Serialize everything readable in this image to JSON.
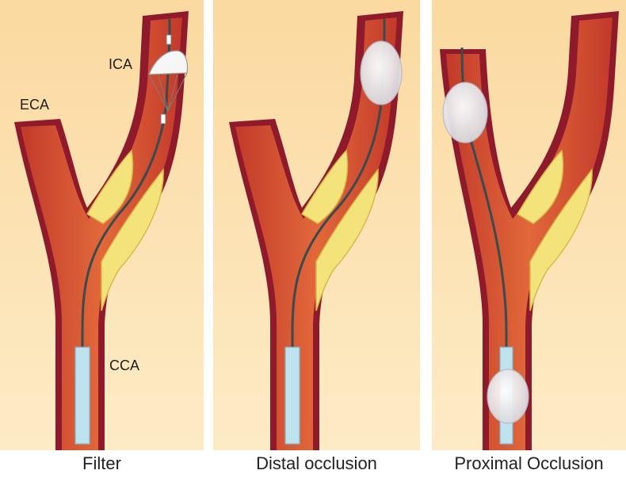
{
  "panels": [
    {
      "caption": "Filter",
      "labels": {
        "eca": "ECA",
        "ica": "ICA",
        "cca": "CCA"
      }
    },
    {
      "caption": "Distal occlusion"
    },
    {
      "caption": "Proximal Occlusion"
    }
  ],
  "colors": {
    "background": "#fde6b8",
    "vessel_wall": "#8e1a2c",
    "vessel_lumen": "#d9552f",
    "plaque": "#f4e37a",
    "guidewire": "#3b4a4c",
    "catheter": "#bfe3ee",
    "balloon": "#eeeef0"
  }
}
